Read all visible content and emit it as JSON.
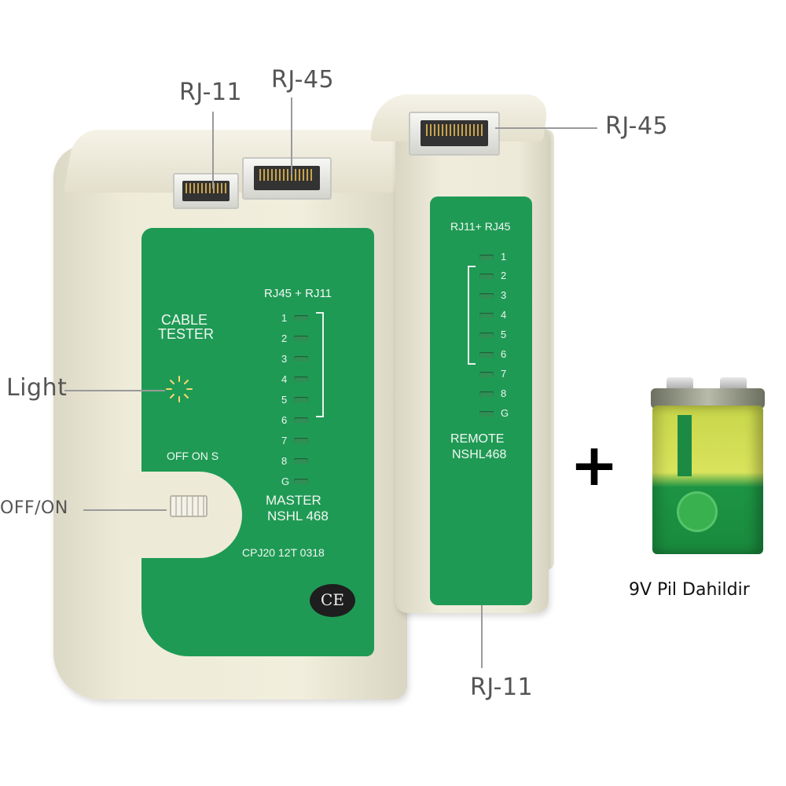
{
  "callouts": {
    "master_rj11": "RJ-11",
    "master_rj45": "RJ-45",
    "remote_rj45": "RJ-45",
    "remote_rj11": "RJ-11",
    "light": "Light",
    "off_on": "OFF/ON"
  },
  "master": {
    "port_heading": "RJ45 + RJ11",
    "brand_line1": "CABLE",
    "brand_line2": "TESTER",
    "switch_label": "OFF ON S",
    "model_line1": "MASTER",
    "model_line2": "NSHL 468",
    "serial": "CPJ20 12T 0318",
    "ce_mark": "CE",
    "leds": [
      "1",
      "2",
      "3",
      "4",
      "5",
      "6",
      "7",
      "8",
      "G"
    ]
  },
  "remote": {
    "port_heading": "RJ11+ RJ45",
    "model_line1": "REMOTE",
    "model_line2": "NSHL468",
    "leds": [
      "1",
      "2",
      "3",
      "4",
      "5",
      "6",
      "7",
      "8",
      "G"
    ]
  },
  "battery": {
    "plus_sign": "+",
    "caption": "9V Pil Dahildir"
  },
  "colors": {
    "panel_green": "#1f9a55",
    "body_cream": "#ece8d6",
    "callout_gray": "#555555"
  }
}
